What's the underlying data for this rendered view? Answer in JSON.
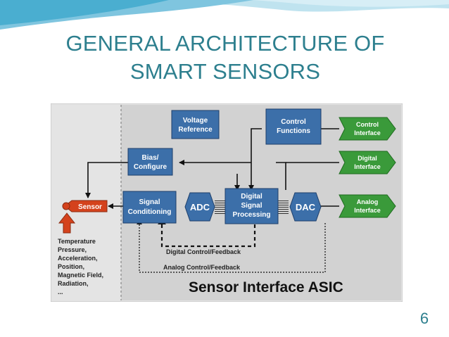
{
  "slide": {
    "title_line1": "GENERAL ARCHITECTURE OF",
    "title_line2": "SMART SENSORS",
    "page_number": "6"
  },
  "diagram": {
    "blocks": {
      "voltage_reference": [
        "Voltage",
        "Reference"
      ],
      "control_functions": [
        "Control",
        "Functions"
      ],
      "bias_configure": [
        "Bias/",
        "Configure"
      ],
      "signal_conditioning": [
        "Signal",
        "Conditioning"
      ],
      "adc": "ADC",
      "digital_signal_processing": [
        "Digital",
        "Signal",
        "Processing"
      ],
      "dac": "DAC"
    },
    "interfaces": {
      "control": [
        "Control",
        "Interface"
      ],
      "digital": [
        "Digital",
        "Interface"
      ],
      "analog": [
        "Analog",
        "Interface"
      ]
    },
    "sensor_label": "Sensor",
    "inputs": [
      "Temperature",
      "Pressure,",
      "Acceleration,",
      "Position,",
      "Magnetic Field,",
      "Radiation,",
      "..."
    ],
    "digital_feedback_label": "Digital Control/Feedback",
    "analog_feedback_label": "Analog Control/Feedback",
    "asic_label": "Sensor Interface ASIC",
    "colors": {
      "block_blue": "#3c6fa9",
      "interface_green": "#3a9a3a",
      "sensor_red": "#d4421c",
      "panel_bg": "#e4e4e4",
      "title_teal": "#2d7f8e"
    }
  }
}
